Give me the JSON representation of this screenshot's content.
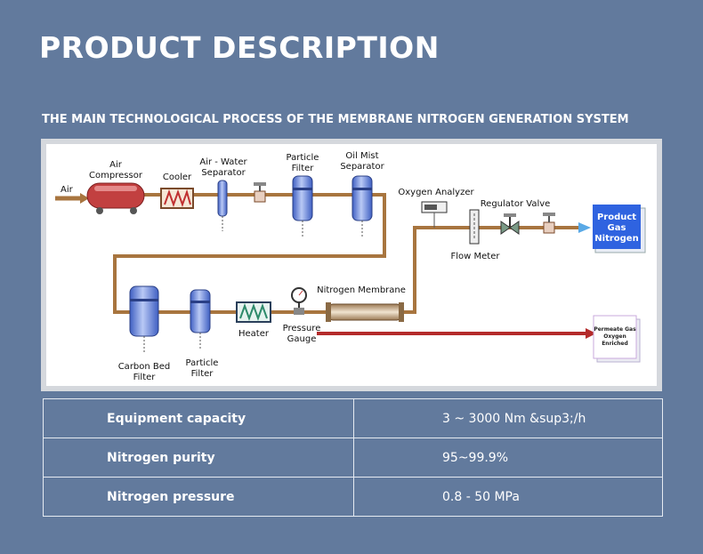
{
  "header": {
    "title": "PRODUCT DESCRIPTION",
    "subtitle": "THE MAIN TECHNOLOGICAL PROCESS OF THE MEMBRANE NITROGEN GENERATION SYSTEM"
  },
  "diagram": {
    "labels": {
      "air": "Air",
      "air_compressor_1": "Air",
      "air_compressor_2": "Compressor",
      "cooler": "Cooler",
      "air_water_1": "Air - Water",
      "air_water_2": "Separator",
      "particle_filter_1": "Particle",
      "particle_filter_2": "Filter",
      "oil_mist_1": "Oil Mist",
      "oil_mist_2": "Separator",
      "oxygen_analyzer": "Oxygen Analyzer",
      "regulator_valve": "Regulator Valve",
      "flow_meter": "Flow Meter",
      "product_1": "Product",
      "product_2": "Gas",
      "product_3": "Nitrogen",
      "nitrogen_membrane": "Nitrogen Membrane",
      "pressure_gauge_1": "Pressure",
      "pressure_gauge_2": "Gauge",
      "heater": "Heater",
      "carbon_bed_1": "Carbon Bed",
      "carbon_bed_2": "Filter",
      "particle_filter2_1": "Particle",
      "particle_filter2_2": "Filter",
      "permeate_1": "Permeate Gas",
      "permeate_2": "Oxygen",
      "permeate_3": "Enriched"
    },
    "colors": {
      "pipe": "#a8753f",
      "vent_pipe": "#b42b2b",
      "product_box": "#2f63e0",
      "vessel": "#6f8fe3",
      "compressor": "#c24040"
    }
  },
  "specs": [
    {
      "label": "Equipment capacity",
      "value": "3 ~ 3000 Nm &sup3;/h"
    },
    {
      "label": "Nitrogen purity",
      "value": "95~99.9%"
    },
    {
      "label": "Nitrogen pressure",
      "value": "0.8 - 50 MPa"
    }
  ]
}
